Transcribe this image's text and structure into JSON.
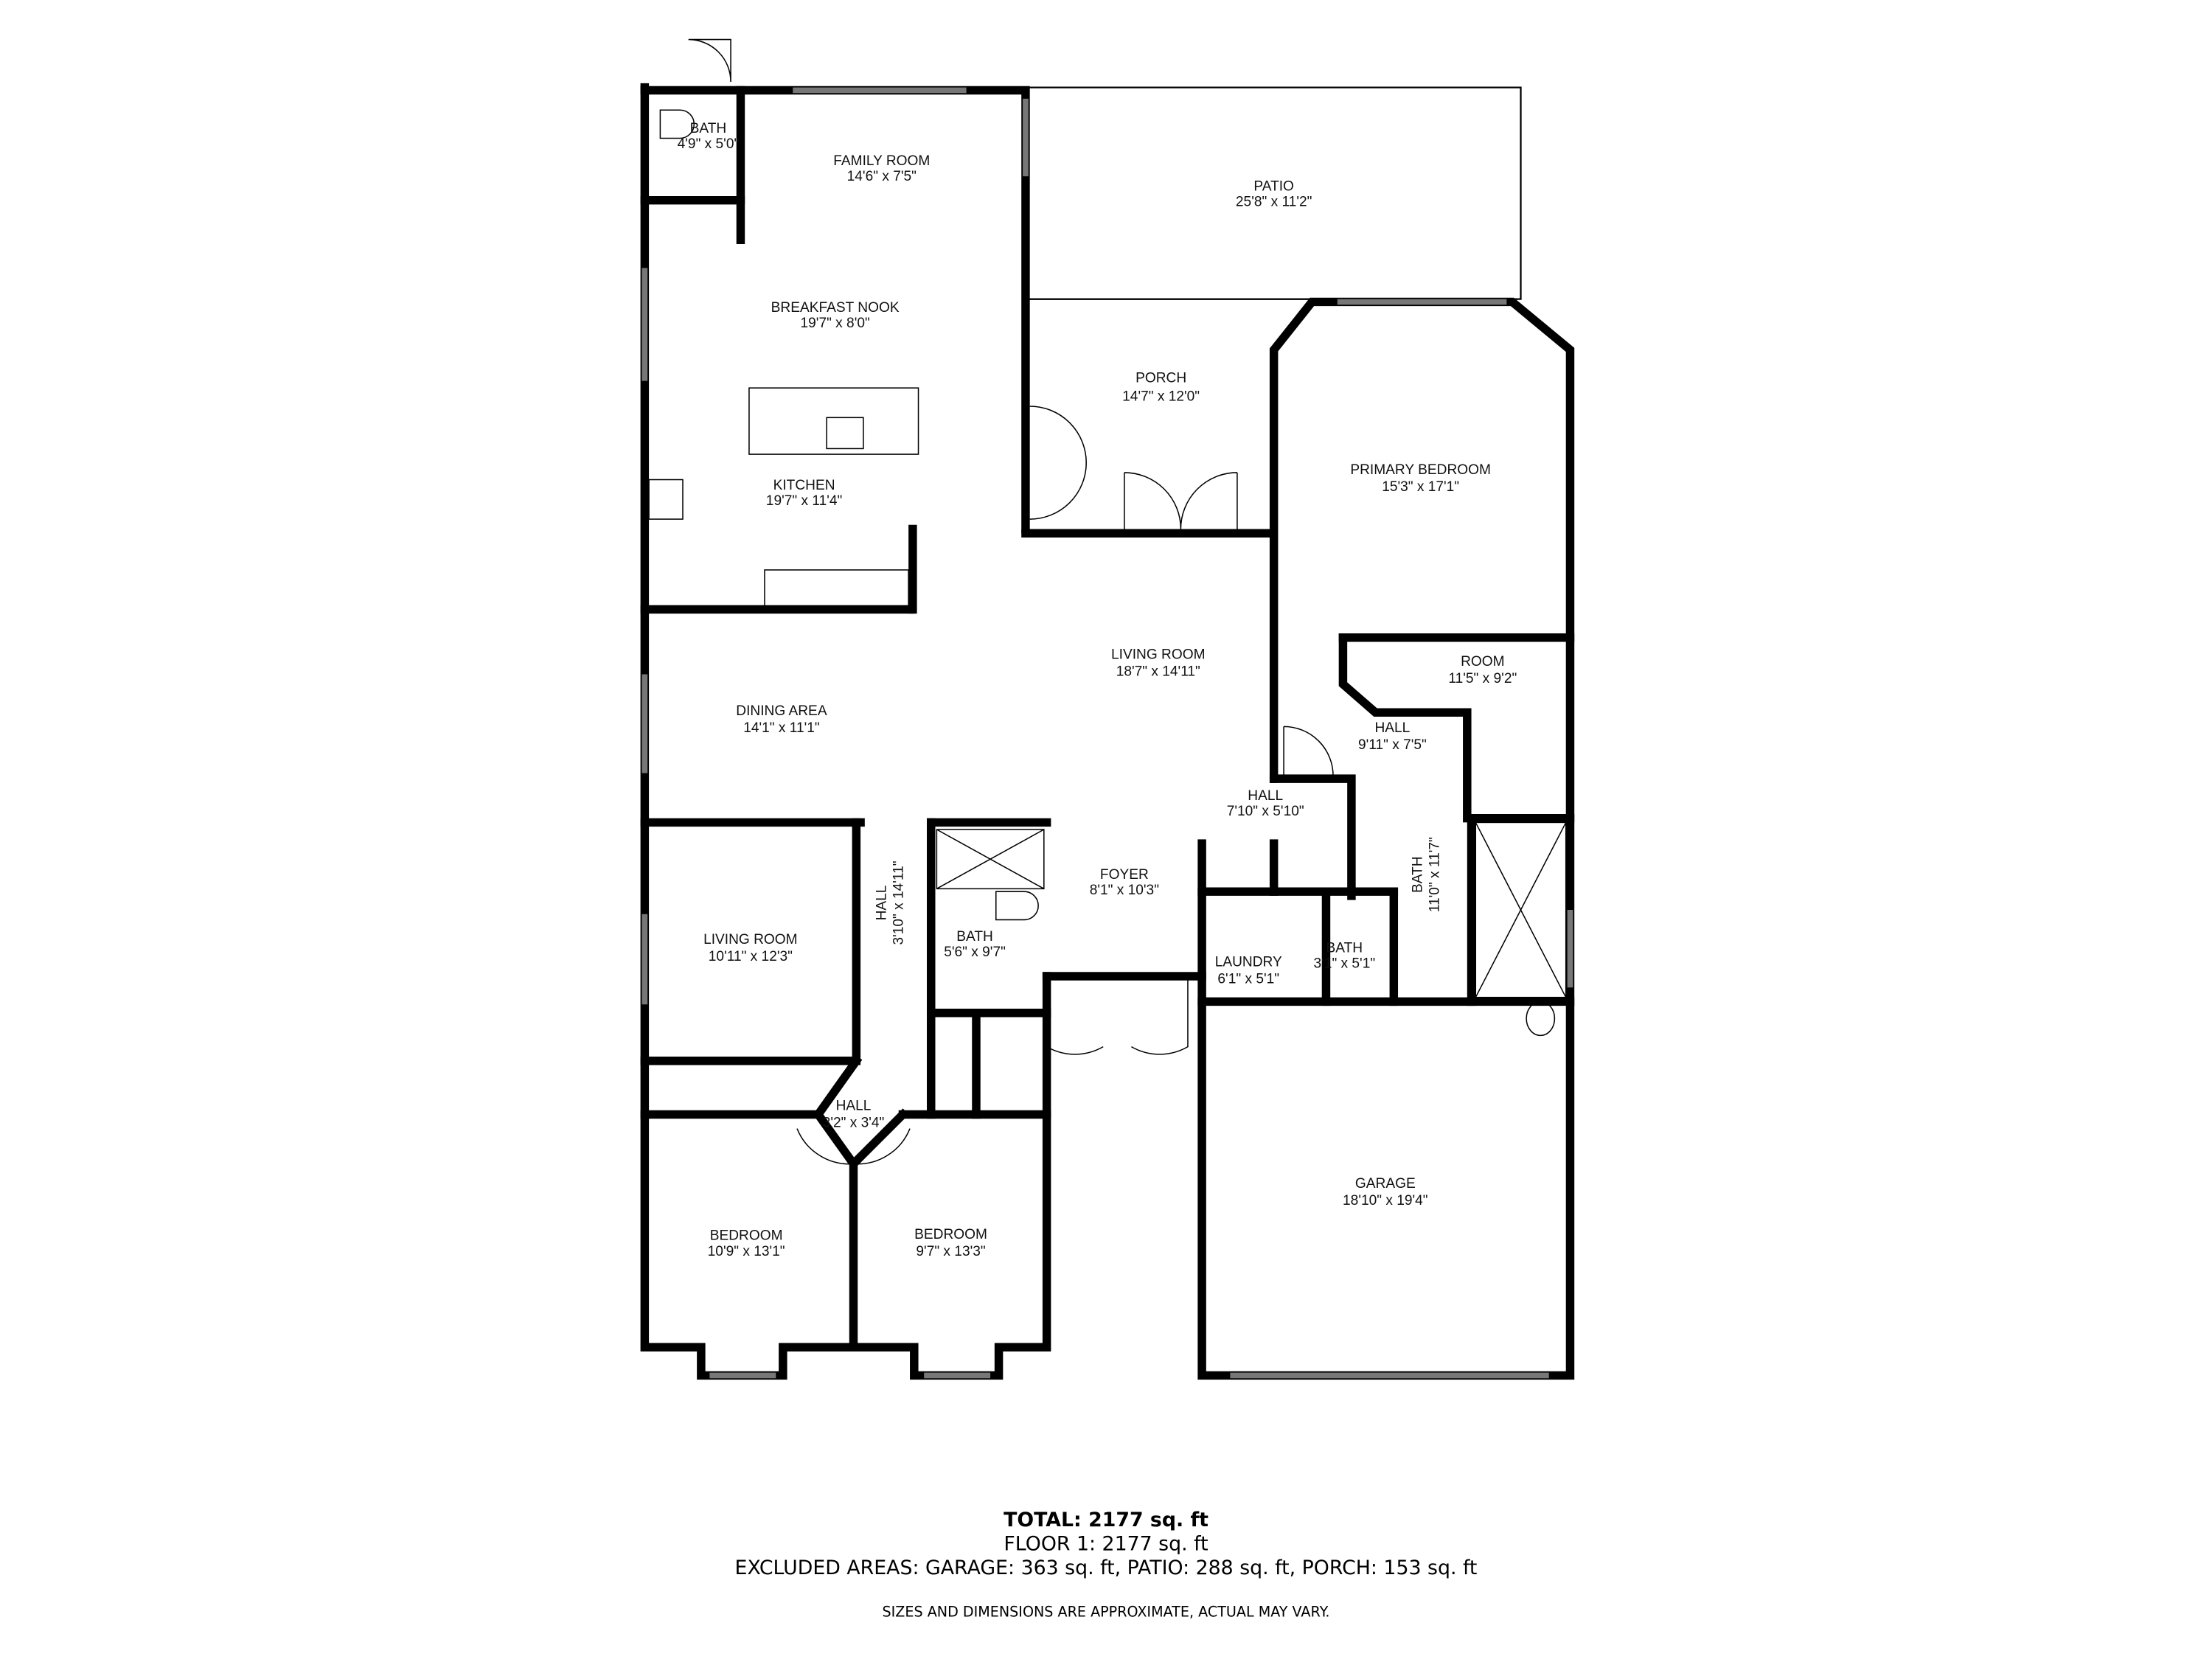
{
  "rooms": {
    "bath_top": {
      "name": "BATH",
      "dims": "4'9\" x 5'0\""
    },
    "family_room": {
      "name": "FAMILY ROOM",
      "dims": "14'6\" x 7'5\""
    },
    "patio": {
      "name": "PATIO",
      "dims": "25'8\" x 11'2\""
    },
    "breakfast_nook": {
      "name": "BREAKFAST NOOK",
      "dims": "19'7\" x 8'0\""
    },
    "porch": {
      "name": "PORCH",
      "dims": "14'7\" x 12'0\""
    },
    "primary_bedroom": {
      "name": "PRIMARY BEDROOM",
      "dims": "15'3\" x 17'1\""
    },
    "kitchen": {
      "name": "KITCHEN",
      "dims": "19'7\" x 11'4\""
    },
    "living_room": {
      "name": "LIVING ROOM",
      "dims": "18'7\" x 14'11\""
    },
    "room": {
      "name": "ROOM",
      "dims": "11'5\" x 9'2\""
    },
    "dining_area": {
      "name": "DINING AREA",
      "dims": "14'1\" x 11'1\""
    },
    "hall_primary": {
      "name": "HALL",
      "dims": "9'11\" x 7'5\""
    },
    "hall_center": {
      "name": "HALL",
      "dims": "7'10\" x 5'10\""
    },
    "living_room_2": {
      "name": "LIVING ROOM",
      "dims": "10'11\" x 12'3\""
    },
    "hall_long": {
      "name": "HALL",
      "dims": "3'10\" x 14'11\""
    },
    "bath_mid": {
      "name": "BATH",
      "dims": "5'6\" x 9'7\""
    },
    "foyer": {
      "name": "FOYER",
      "dims": "8'1\" x 10'3\""
    },
    "bath_primary": {
      "name": "BATH",
      "dims": "11'0\" x 11'7\""
    },
    "laundry": {
      "name": "LAUNDRY",
      "dims": "6'1\" x 5'1\""
    },
    "bath_small": {
      "name": "BATH",
      "dims": "3'1\" x 5'1\""
    },
    "hall_small": {
      "name": "HALL",
      "dims": "3'2\" x 3'4\""
    },
    "bedroom_1": {
      "name": "BEDROOM",
      "dims": "10'9\" x 13'1\""
    },
    "bedroom_2": {
      "name": "BEDROOM",
      "dims": "9'7\" x 13'3\""
    },
    "garage": {
      "name": "GARAGE",
      "dims": "18'10\" x 19'4\""
    }
  },
  "summary": {
    "total": "TOTAL: 2177 sq. ft",
    "floor1": "FLOOR 1: 2177 sq. ft",
    "excluded": "EXCLUDED AREAS: GARAGE: 363 sq. ft, PATIO: 288 sq. ft, PORCH: 153 sq. ft",
    "disclaimer": "SIZES AND DIMENSIONS ARE APPROXIMATE, ACTUAL MAY VARY."
  }
}
